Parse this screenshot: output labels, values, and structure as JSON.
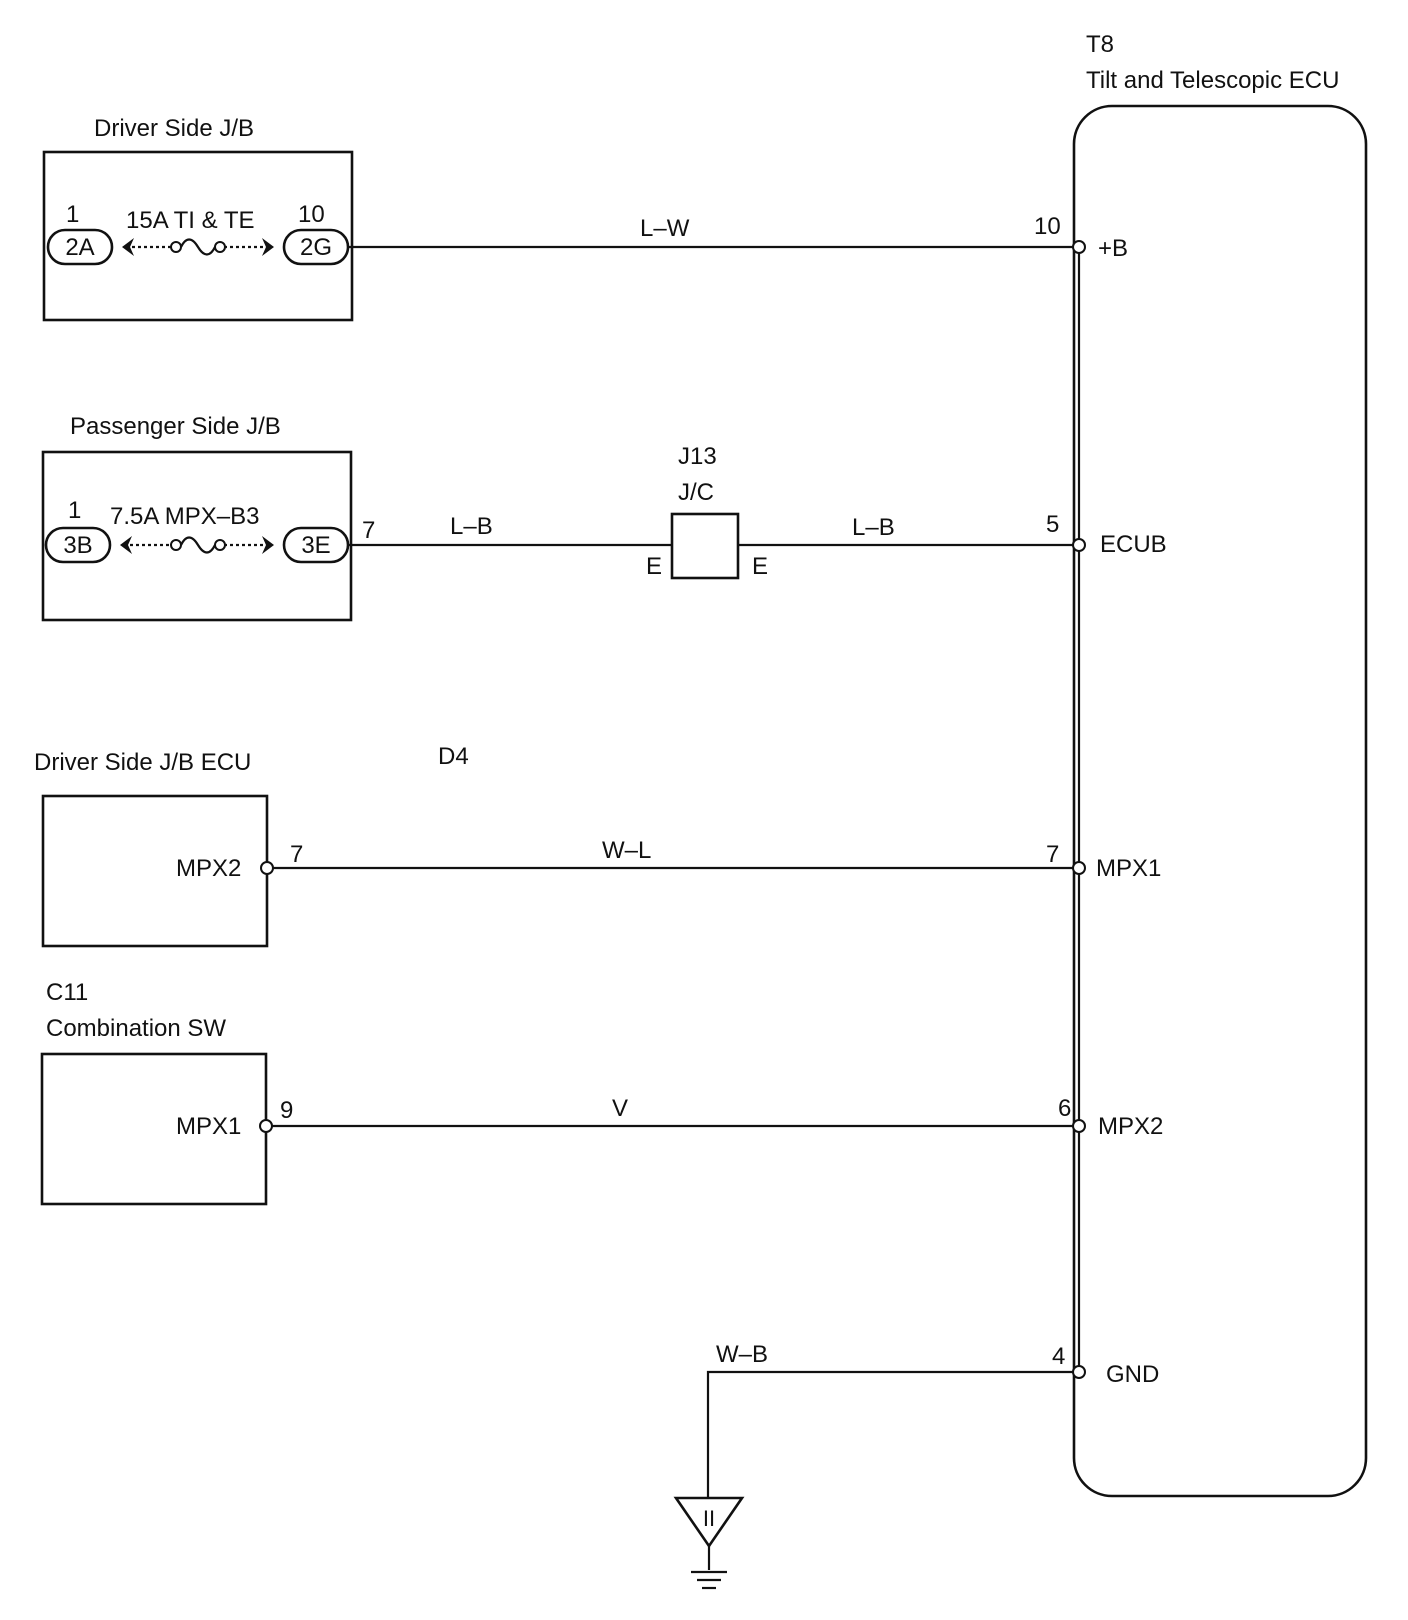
{
  "ecu": {
    "code": "T8",
    "name": "Tilt and Telescopic ECU",
    "pins": [
      {
        "num": "10",
        "label": "+B"
      },
      {
        "num": "5",
        "label": "ECUB"
      },
      {
        "num": "7",
        "label": "MPX1"
      },
      {
        "num": "6",
        "label": "MPX2"
      },
      {
        "num": "4",
        "label": "GND"
      }
    ]
  },
  "driver_jb": {
    "title": "Driver Side J/B",
    "fuse": "15A TI & TE",
    "left_pin": "1",
    "left_conn": "2A",
    "right_pin": "10",
    "right_conn": "2G"
  },
  "passenger_jb": {
    "title": "Passenger Side J/B",
    "fuse": "7.5A MPX–B3",
    "left_pin": "1",
    "left_conn": "3B",
    "right_pin": "7",
    "right_conn": "3E"
  },
  "junction": {
    "code": "J13",
    "name": "J/C",
    "left_pin": "E",
    "right_pin": "E"
  },
  "driver_jb_ecu": {
    "title": "Driver Side J/B ECU",
    "code": "D4",
    "pin_label": "MPX2",
    "pin_num": "7"
  },
  "combination_sw": {
    "code": "C11",
    "title": "Combination SW",
    "pin_label": "MPX1",
    "pin_num": "9"
  },
  "wires": {
    "plus_b": "L–W",
    "ecub_left": "L–B",
    "ecub_right": "L–B",
    "mpx1": "W–L",
    "mpx2": "V",
    "gnd": "W–B"
  },
  "ground_symbol": "II"
}
